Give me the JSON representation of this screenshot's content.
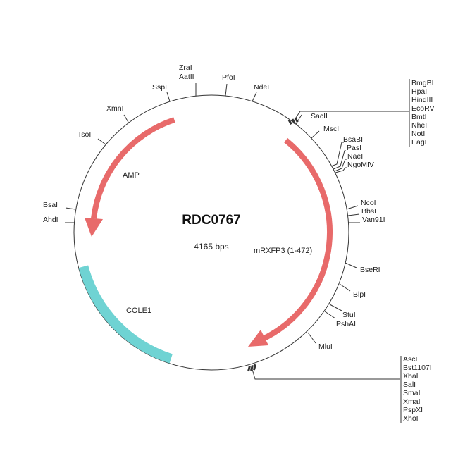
{
  "plasmid": {
    "name": "RDC0767",
    "size": "4165 bps"
  },
  "features": {
    "amp": "AMP",
    "mrxfp3": "mRXFP3 (1-472)",
    "cole1": "COLE1"
  },
  "colors": {
    "orf": "#e86a6a",
    "origin": "#6fd3d3",
    "ring": "#333333"
  },
  "sites": {
    "zrai": "ZraI",
    "aatii": "AatII",
    "sspi": "SspI",
    "pfoi": "PfoI",
    "ndei": "NdeI",
    "xmni": "XmnI",
    "tsoi": "TsoI",
    "bsai": "BsaI",
    "ahdi": "AhdI",
    "sacii": "SacII",
    "msci": "MscI",
    "bsabi": "BsaBI",
    "pasi": "PasI",
    "naei": "NaeI",
    "ngomiv": "NgoMIV",
    "ncoi": "NcoI",
    "bbsi": "BbsI",
    "van91i": "Van91I",
    "bseri": "BseRI",
    "blpi": "BlpI",
    "stui": "StuI",
    "pshai": "PshAI",
    "mlui": "MluI"
  },
  "mcs_top": [
    "BmgBI",
    "HpaI",
    "HindIII",
    "EcoRV",
    "BmtI",
    "NheI",
    "NotI",
    "EagI"
  ],
  "mcs_bottom": [
    "AscI",
    "Bst1107I",
    "XbaI",
    "SalI",
    "SmaI",
    "XmaI",
    "PspXI",
    "XhoI"
  ]
}
